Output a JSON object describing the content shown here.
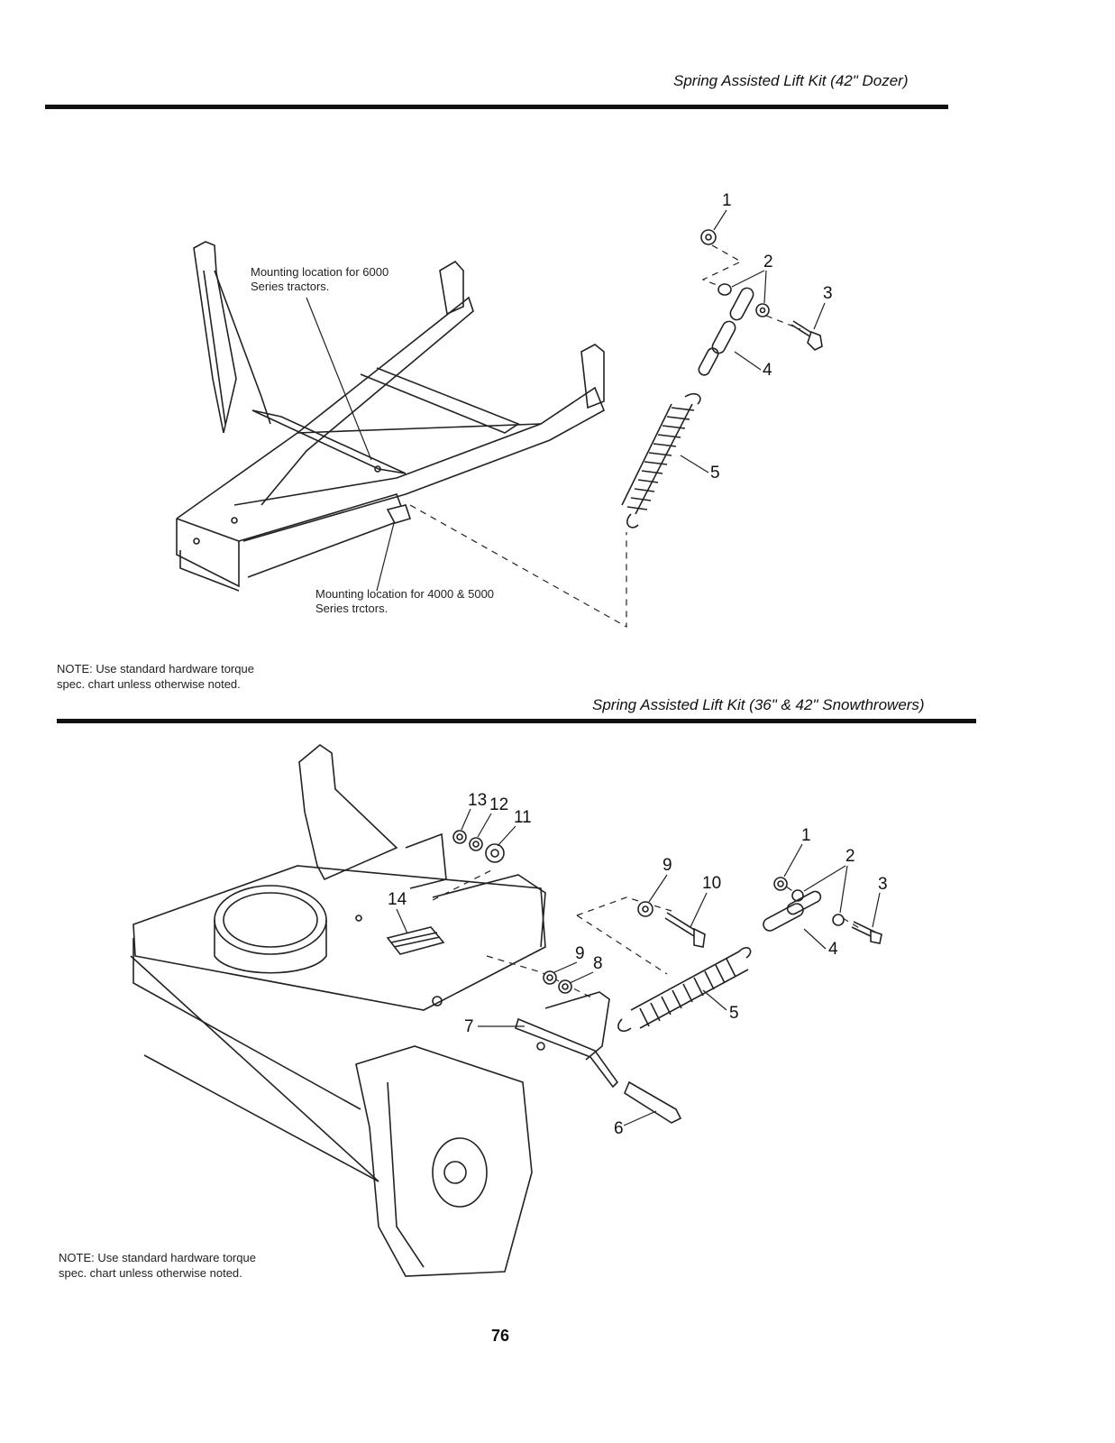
{
  "sections": [
    {
      "title": "Spring Assisted Lift Kit (42\" Dozer)",
      "callouts": [
        "Mounting location for 6000 Series tractors.",
        "Mounting location for 4000 & 5000 Series trctors."
      ],
      "note": "NOTE: Use standard hardware torque spec. chart unless otherwise noted.",
      "part_numbers": [
        "1",
        "2",
        "3",
        "4",
        "5"
      ]
    },
    {
      "title": "Spring Assisted Lift Kit (36\" & 42\" Snowthrowers)",
      "note": "NOTE: Use standard hardware torque spec. chart unless otherwise noted.",
      "part_numbers": [
        "1",
        "2",
        "3",
        "4",
        "5",
        "6",
        "7",
        "8",
        "9",
        "9",
        "10",
        "11",
        "12",
        "13",
        "14"
      ]
    }
  ],
  "page_number": "76"
}
